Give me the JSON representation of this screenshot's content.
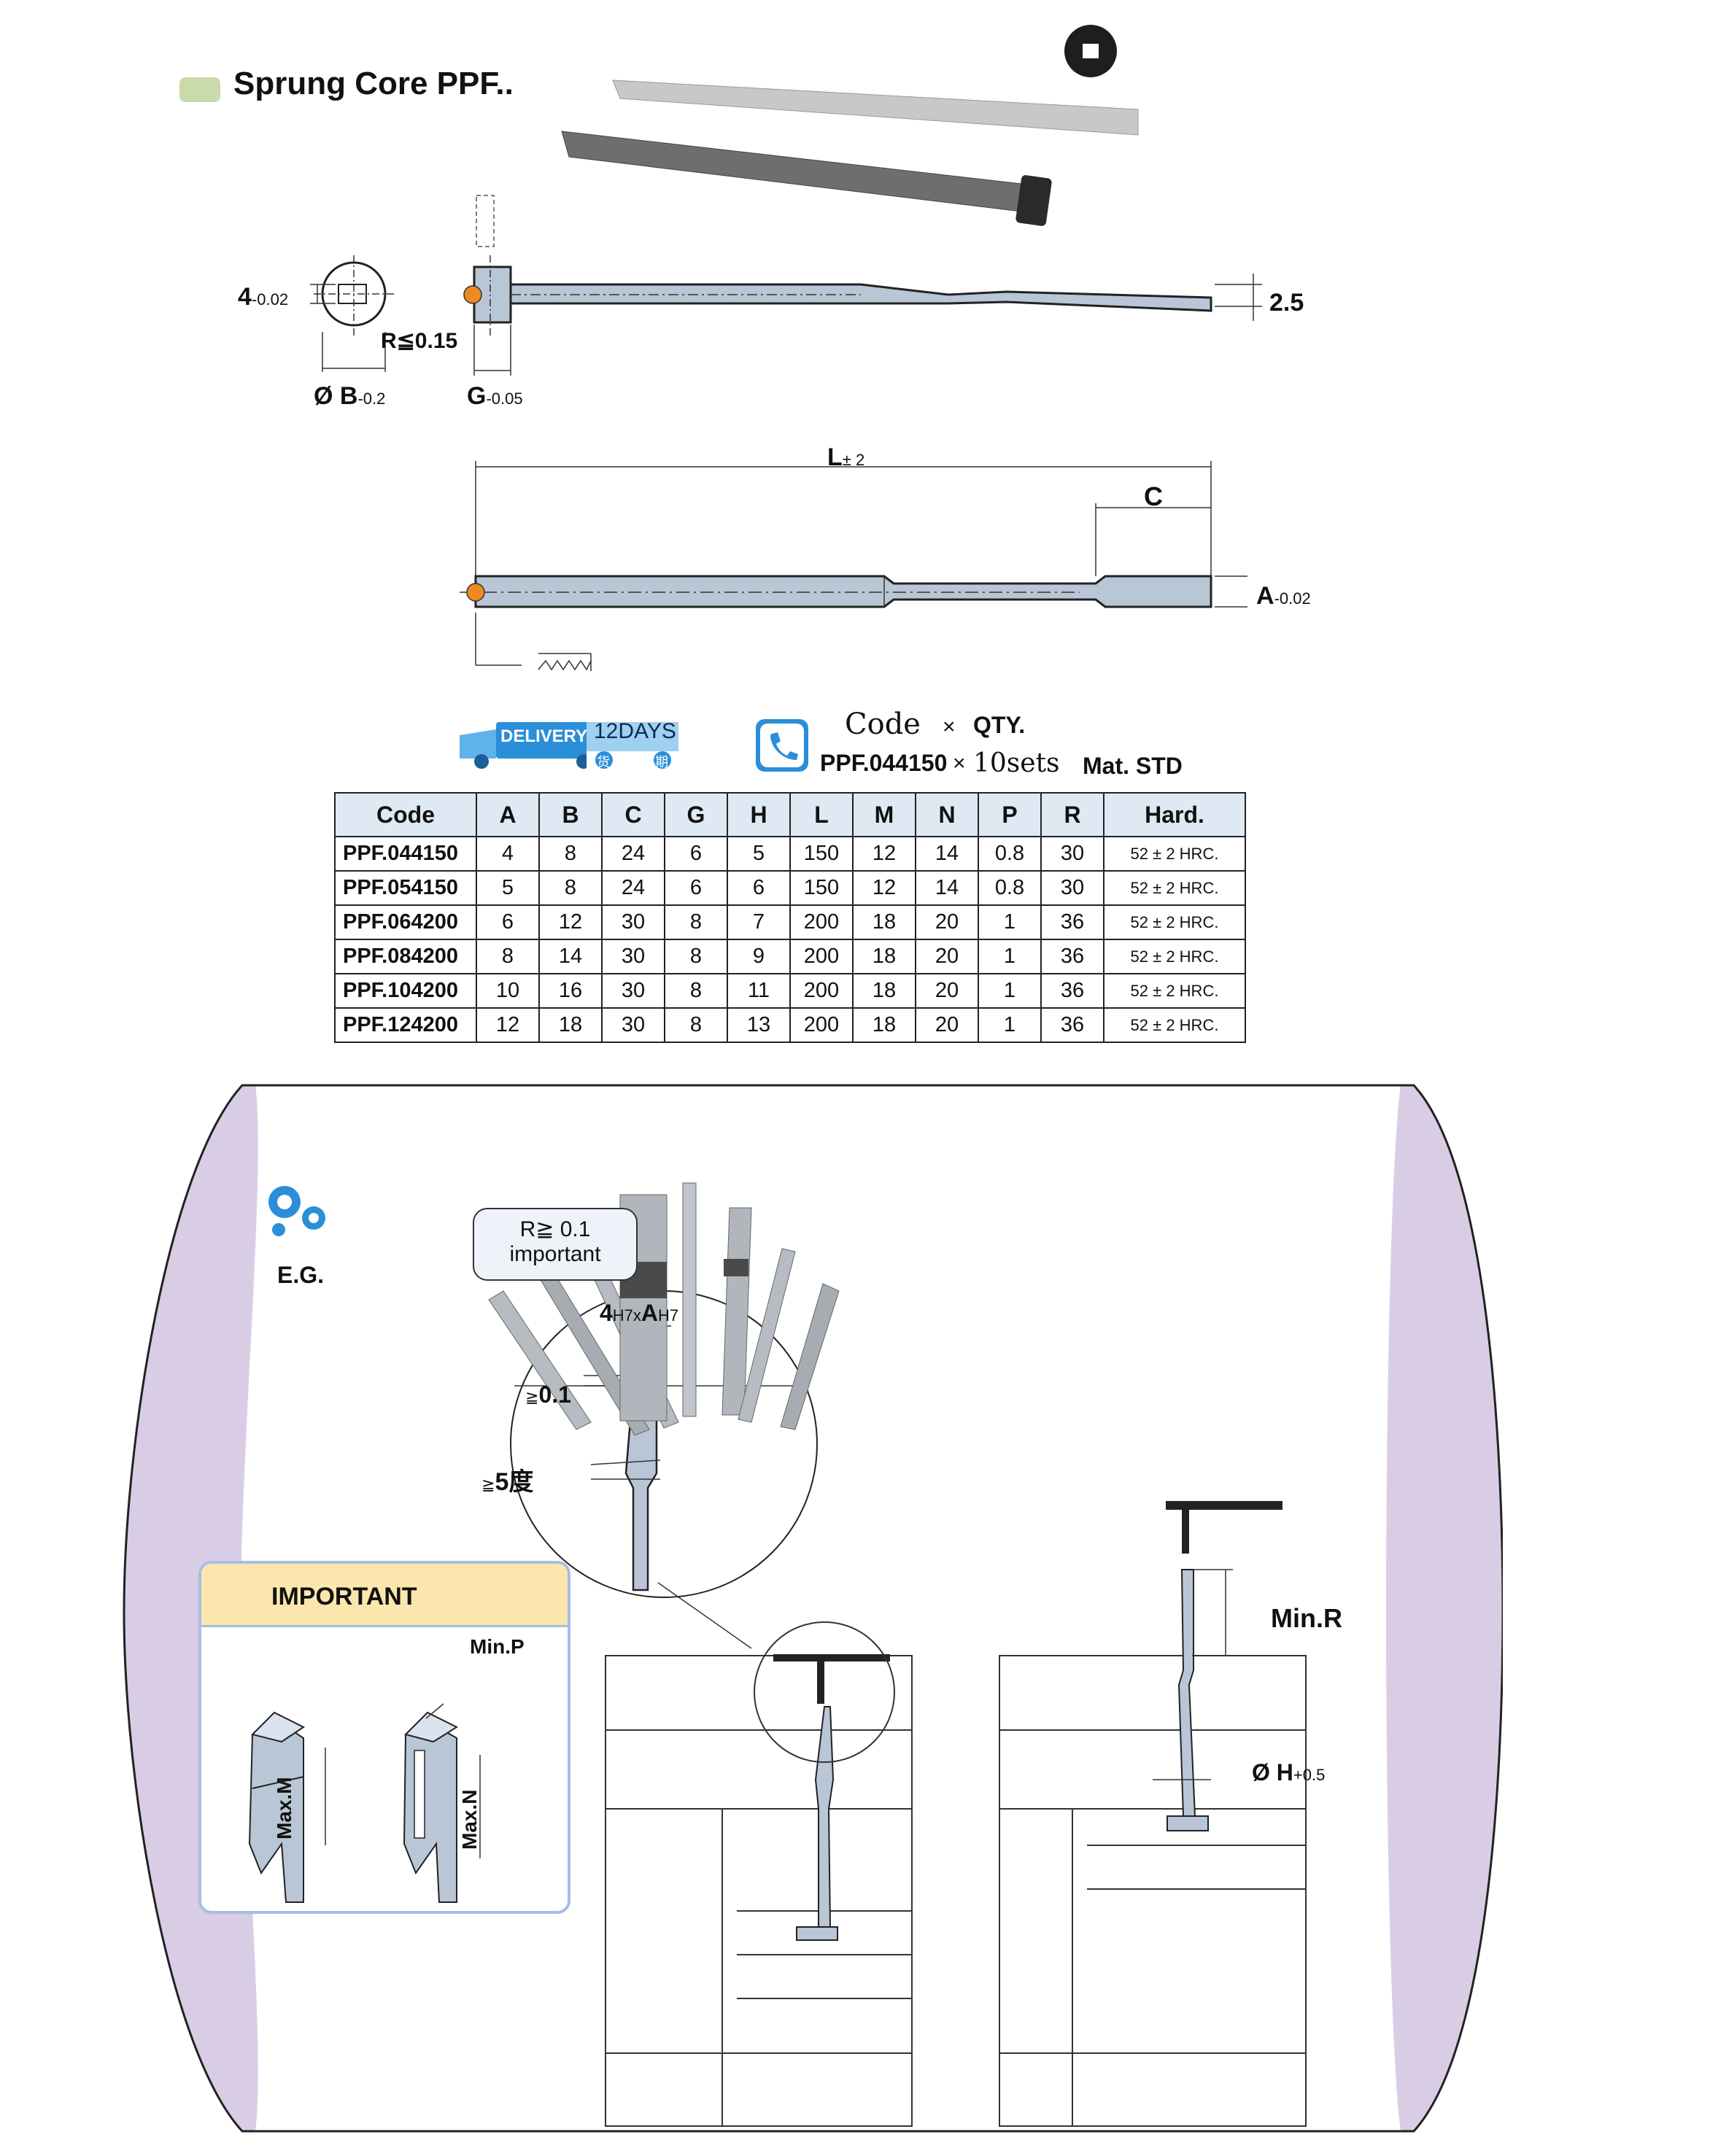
{
  "title": "Sprung Core PPF..",
  "colors": {
    "accent_green": "#c9dba8",
    "table_header": "#dfe9f4",
    "steel": "#b8c6d6",
    "orange_dot": "#ee8a1f",
    "panel_purple": "#d9cde6",
    "important_header": "#fbe7ad",
    "delivery_blue": "#2a8fd8"
  },
  "drawing1": {
    "dim_4": "4",
    "dim_4_tol": "-0.02",
    "dim_r": "R≦0.15",
    "dim_b_prefix": "Ø",
    "dim_b": "B",
    "dim_b_tol": "-0.2",
    "dim_g": "G",
    "dim_g_tol": "-0.05",
    "dim_25": "2.5"
  },
  "drawing2": {
    "dim_l": "L",
    "dim_l_tol": "± 2",
    "dim_c": "C",
    "dim_a": "A",
    "dim_a_tol": "-0.02"
  },
  "order": {
    "delivery_label": "DELIVERY",
    "days_label": "12DAYS",
    "char1": "货",
    "char2": "期",
    "code_label": "Code",
    "times": "×",
    "qty_label": "QTY.",
    "example_code": "PPF.044150",
    "example_qty": "10sets",
    "material": "Mat. STD",
    "icon": "phone-icon"
  },
  "table": {
    "headers": [
      "Code",
      "A",
      "B",
      "C",
      "G",
      "H",
      "L",
      "M",
      "N",
      "P",
      "R",
      "Hard."
    ],
    "rows": [
      [
        "PPF.044150",
        "4",
        "8",
        "24",
        "6",
        "5",
        "150",
        "12",
        "14",
        "0.8",
        "30",
        "52 ± 2 HRC."
      ],
      [
        "PPF.054150",
        "5",
        "8",
        "24",
        "6",
        "6",
        "150",
        "12",
        "14",
        "0.8",
        "30",
        "52 ± 2 HRC."
      ],
      [
        "PPF.064200",
        "6",
        "12",
        "30",
        "8",
        "7",
        "200",
        "18",
        "20",
        "1",
        "36",
        "52 ± 2 HRC."
      ],
      [
        "PPF.084200",
        "8",
        "14",
        "30",
        "8",
        "9",
        "200",
        "18",
        "20",
        "1",
        "36",
        "52 ± 2 HRC."
      ],
      [
        "PPF.104200",
        "10",
        "16",
        "30",
        "8",
        "11",
        "200",
        "18",
        "20",
        "1",
        "36",
        "52 ± 2 HRC."
      ],
      [
        "PPF.124200",
        "12",
        "18",
        "30",
        "8",
        "13",
        "200",
        "18",
        "20",
        "1",
        "36",
        "52 ± 2 HRC."
      ]
    ]
  },
  "example": {
    "eg_label": "E.G.",
    "eg_icon": "gears-icon",
    "note_line1": "R≧ 0.1",
    "note_line2": "important",
    "fit_4": "4",
    "fit_4_tol": "H7",
    "fit_x": "x",
    "fit_a": "A",
    "fit_a_tol": "H7",
    "dim_01_prefix": "≧",
    "dim_01": "0.1",
    "dim_5_prefix": "≧",
    "dim_5": "5度",
    "important_title": "IMPORTANT",
    "max_m": "Max.M",
    "max_n": "Max.N",
    "min_p": "Min.P",
    "min_r": "Min.R",
    "dim_h_prefix": "Ø",
    "dim_h": "H",
    "dim_h_tol": "+0.5"
  }
}
